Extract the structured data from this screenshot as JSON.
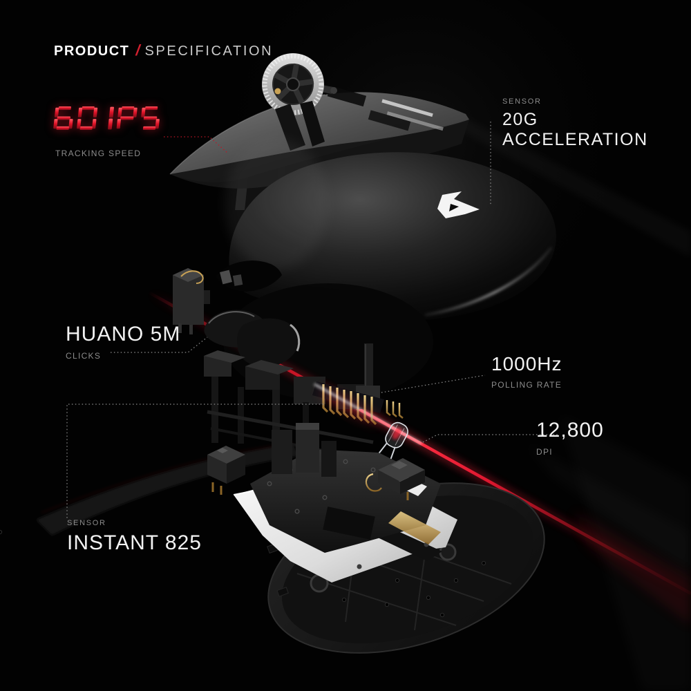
{
  "header": {
    "brand_word": "PRODUCT",
    "divider": "/",
    "section_word": "SPECIFICATION"
  },
  "callouts": [
    {
      "id": "tracking-speed",
      "value": "60 IPS",
      "caption": "TRACKING SPEED",
      "value_style": "seven-segment-red"
    },
    {
      "id": "acceleration",
      "eyebrow": "SENSOR",
      "lines": [
        "20G",
        "ACCELERATION"
      ]
    },
    {
      "id": "clicks",
      "value": "HUANO 5M",
      "caption": "CLICKS"
    },
    {
      "id": "polling-rate",
      "value": "1000Hz",
      "caption": "POLLING RATE"
    },
    {
      "id": "dpi",
      "value": "12,800",
      "caption": "DPI"
    },
    {
      "id": "sensor-model",
      "eyebrow": "SENSOR",
      "value": "INSTANT 825"
    }
  ],
  "colors": {
    "background": "#020202",
    "accent_red": "#d2202f",
    "laser_red": "#e01428",
    "text_primary": "#f2f2f2",
    "text_muted": "#8c8c8c",
    "callout_line": "#8f8f8f",
    "gold": "#c9a255"
  },
  "illustration": {
    "type": "exploded-gaming-mouse",
    "parts": [
      "scroll-wheel",
      "top-button-plate",
      "mouse-shell",
      "brand-logo",
      "main-button-switch",
      "side-button-covers",
      "switch-cage",
      "connector-pins",
      "led-lens",
      "pcb",
      "metal-shield-plate",
      "bottom-shell",
      "micro-switch-bottom-left",
      "micro-switch-bottom-right",
      "laser-beam",
      "usb-cable"
    ]
  }
}
